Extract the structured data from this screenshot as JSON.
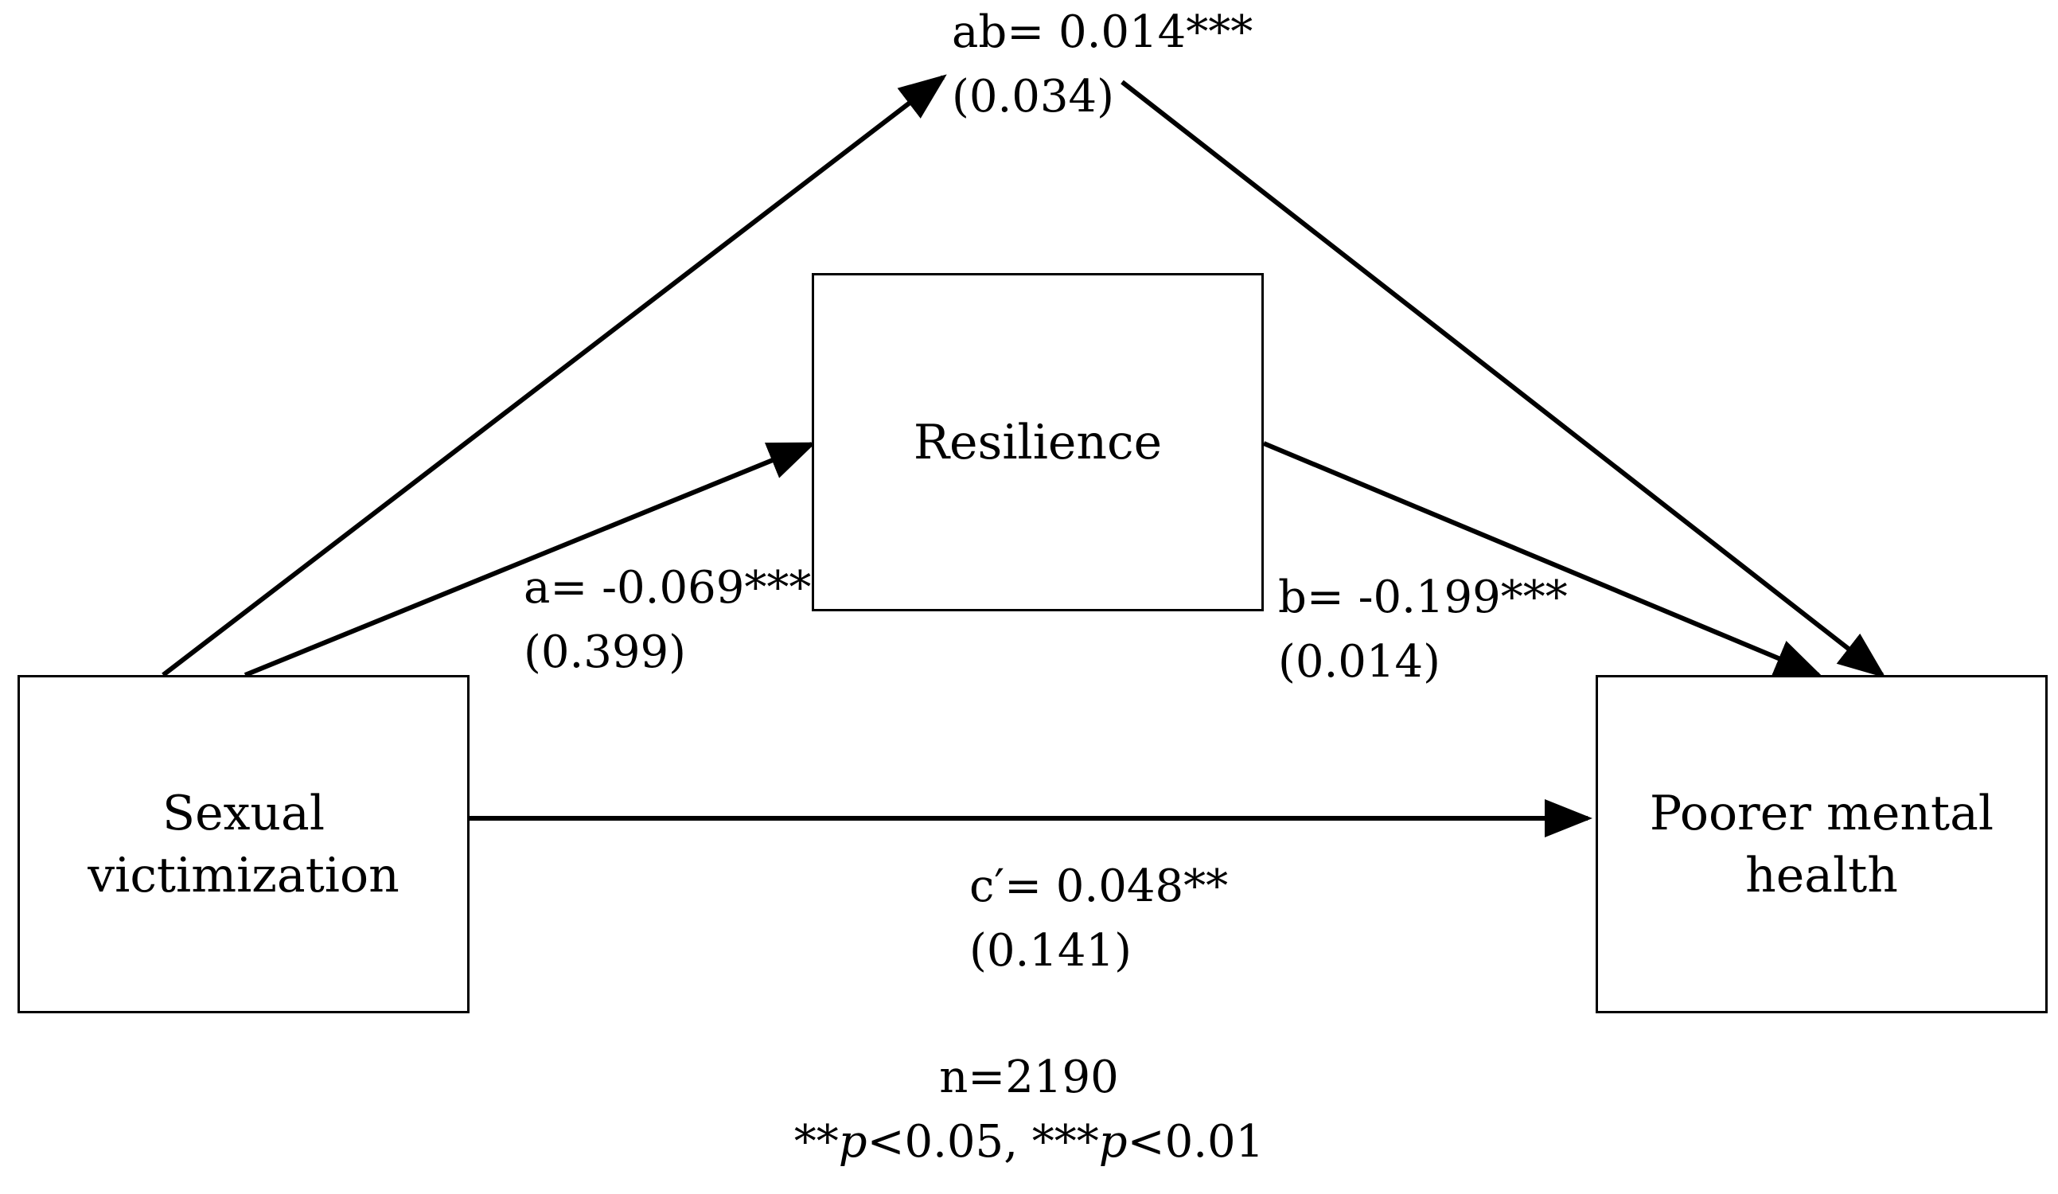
{
  "nodes": {
    "independent": {
      "lines": [
        "Sexual",
        "victimization"
      ]
    },
    "mediator": {
      "lines": [
        "Resilience"
      ]
    },
    "dependent": {
      "lines": [
        "Poorer mental",
        "health"
      ]
    }
  },
  "paths": {
    "indirect": {
      "coefficient": "ab= 0.014***",
      "se": "(0.034)"
    },
    "a": {
      "coefficient": "a= -0.069***",
      "se": "(0.399)"
    },
    "b": {
      "coefficient": "b= -0.199***",
      "se": "(0.014)"
    },
    "direct": {
      "coefficient": "c′= 0.048**",
      "se": "(0.141)"
    }
  },
  "footnote": {
    "sample": "n=2190",
    "sig_prefix_1": "**",
    "sig_p_1": "p",
    "sig_rest_1": "<0.05, ",
    "sig_prefix_2": "***",
    "sig_p_2": "p",
    "sig_rest_2": "<0.01"
  },
  "colors": {
    "stroke": "#000000",
    "background": "#ffffff"
  }
}
